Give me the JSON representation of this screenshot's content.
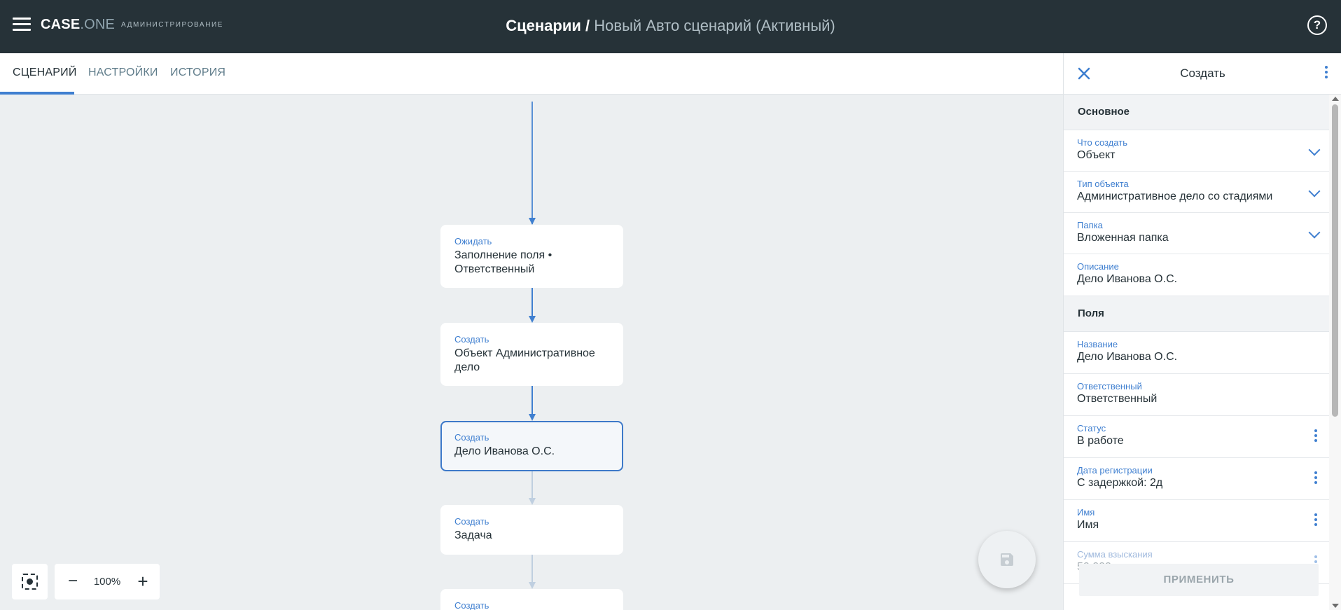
{
  "header": {
    "logo_main": "CASE",
    "logo_suffix": ".ONE",
    "admin_label": "АДМИНИСТРИРОВАНИЕ",
    "title_main": "Сценарии /",
    "title_sub": "Новый Авто сценарий (Активный)",
    "help_symbol": "?"
  },
  "tabs": [
    {
      "label": "СЦЕНАРИЙ",
      "active": true
    },
    {
      "label": "НАСТРОЙКИ",
      "active": false
    },
    {
      "label": "ИСТОРИЯ",
      "active": false
    }
  ],
  "flow": {
    "nodes": [
      {
        "type": "Ожидать",
        "text": "Заполнение поля • Ответственный"
      },
      {
        "type": "Создать",
        "text": "Объект Административное дело"
      },
      {
        "type": "Создать",
        "text": "Дело Иванова О.С.",
        "selected": true
      },
      {
        "type": "Создать",
        "text": "Задача"
      },
      {
        "type": "Создать",
        "text": ""
      }
    ]
  },
  "zoom": {
    "minus": "−",
    "value": "100%",
    "plus": "+"
  },
  "panel": {
    "title": "Создать",
    "section_main": "Основное",
    "section_fields": "Поля",
    "fields_main": [
      {
        "label": "Что создать",
        "value": "Объект"
      },
      {
        "label": "Тип объекта",
        "value": "Административное дело со стадиями"
      },
      {
        "label": "Папка",
        "value": "Вложенная папка"
      },
      {
        "label": "Описание",
        "value": "Дело Иванова О.С."
      }
    ],
    "fields_list": [
      {
        "label": "Название",
        "value": "Дело Иванова О.С."
      },
      {
        "label": "Ответственный",
        "value": "Ответственный"
      },
      {
        "label": "Статус",
        "value": "В работе"
      },
      {
        "label": "Дата регистрации",
        "value": "С задержкой: 2д"
      },
      {
        "label": "Имя",
        "value": "Имя"
      },
      {
        "label": "Сумма взыскания",
        "value": "50 000"
      }
    ],
    "apply_label": "ПРИМЕНИТЬ"
  },
  "colors": {
    "topbar": "#263238",
    "accent": "#3f7fd0",
    "canvas": "#eceff1"
  }
}
